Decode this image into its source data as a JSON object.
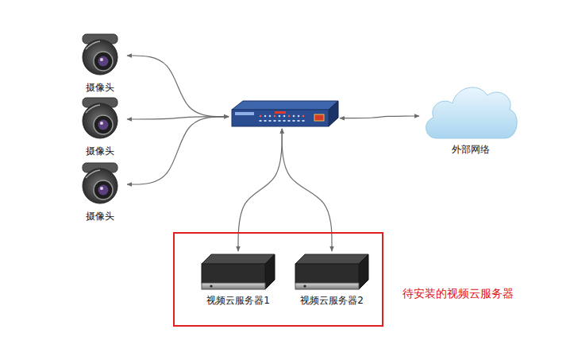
{
  "diagram": {
    "nodes": [
      {
        "text": [
          "摄像头"
        ]
      },
      {
        "text": [
          "摄像头"
        ]
      },
      {
        "text": [
          "摄像头"
        ]
      },
      {
        "text": []
      },
      {
        "text": [
          "外部网络"
        ]
      },
      {
        "text": [
          "待安装的视频云服务器"
        ]
      },
      {
        "text": [
          "视频云服务器1"
        ],
        "in": 5
      },
      {
        "text": [
          "视频云服务器2"
        ],
        "in": 5
      }
    ],
    "edges": [
      {
        "from": 3,
        "to": 0,
        "arrow": "both"
      },
      {
        "from": 3,
        "to": 1,
        "arrow": "both"
      },
      {
        "from": 3,
        "to": 2,
        "arrow": "both"
      },
      {
        "from": 3,
        "to": 4,
        "arrow": "both"
      },
      {
        "from": 3,
        "to": 6,
        "arrow": "both"
      },
      {
        "from": 3,
        "to": 7,
        "arrow": "both"
      }
    ]
  }
}
